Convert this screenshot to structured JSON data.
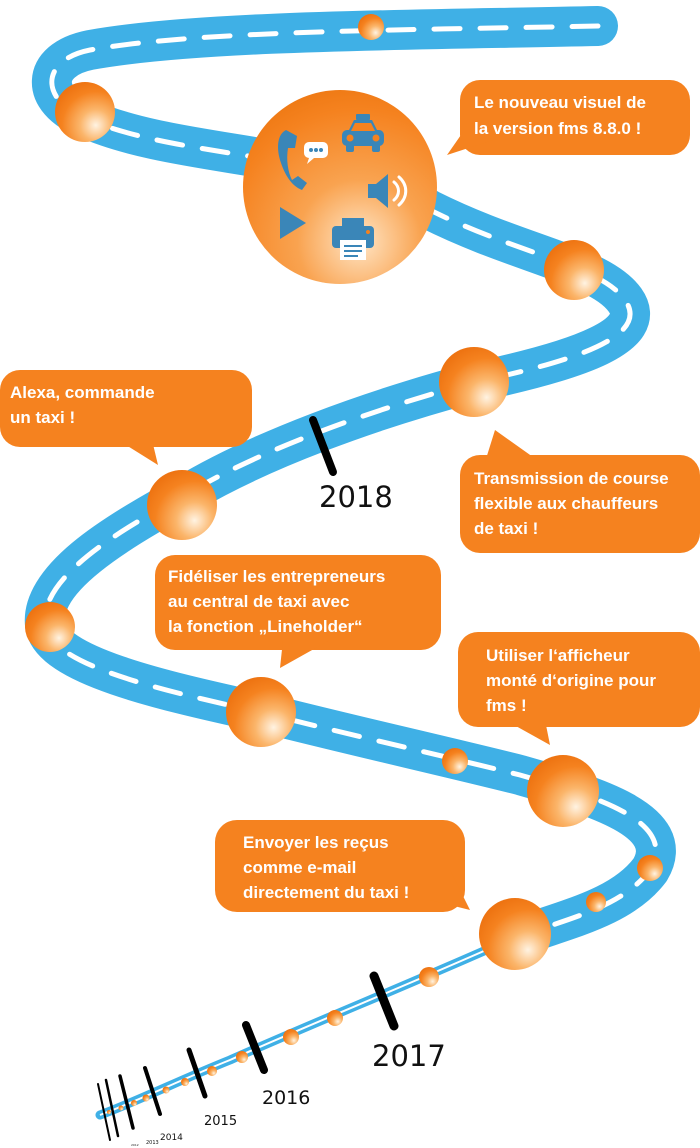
{
  "colors": {
    "road": "#3fb0e6",
    "road_edge": "#2e9fd6",
    "lane": "#ffffff",
    "accent": "#f5821f",
    "ball_light": "#ffd9a8",
    "tick": "#000000"
  },
  "feature_bubble": {
    "icons": [
      "phone-chat-icon",
      "taxi-car-icon",
      "speaker-icon",
      "play-icon",
      "printer-icon"
    ]
  },
  "callouts": [
    {
      "lines": [
        "Le nouveau visuel de",
        "la version fms 8.8.0 !"
      ]
    },
    {
      "lines": [
        "Alexa, commande",
        "un taxi !"
      ]
    },
    {
      "lines": [
        "Transmission de course",
        "flexible aux chauffeurs",
        "de taxi !"
      ]
    },
    {
      "lines": [
        "Fidéliser les entrepreneurs",
        "au central de taxi avec",
        "la fonction „Lineholder“"
      ]
    },
    {
      "lines": [
        "Utiliser l‘afficheur",
        "monté d‘origine pour",
        "fms !"
      ]
    },
    {
      "lines": [
        "Envoyer les reçus",
        "comme e-mail",
        "directement du taxi !"
      ]
    }
  ],
  "years": [
    {
      "label": "2018"
    },
    {
      "label": "2017"
    },
    {
      "label": "2016"
    },
    {
      "label": "2015"
    },
    {
      "label": "2014"
    },
    {
      "label": "2013"
    },
    {
      "label": "2012"
    }
  ]
}
